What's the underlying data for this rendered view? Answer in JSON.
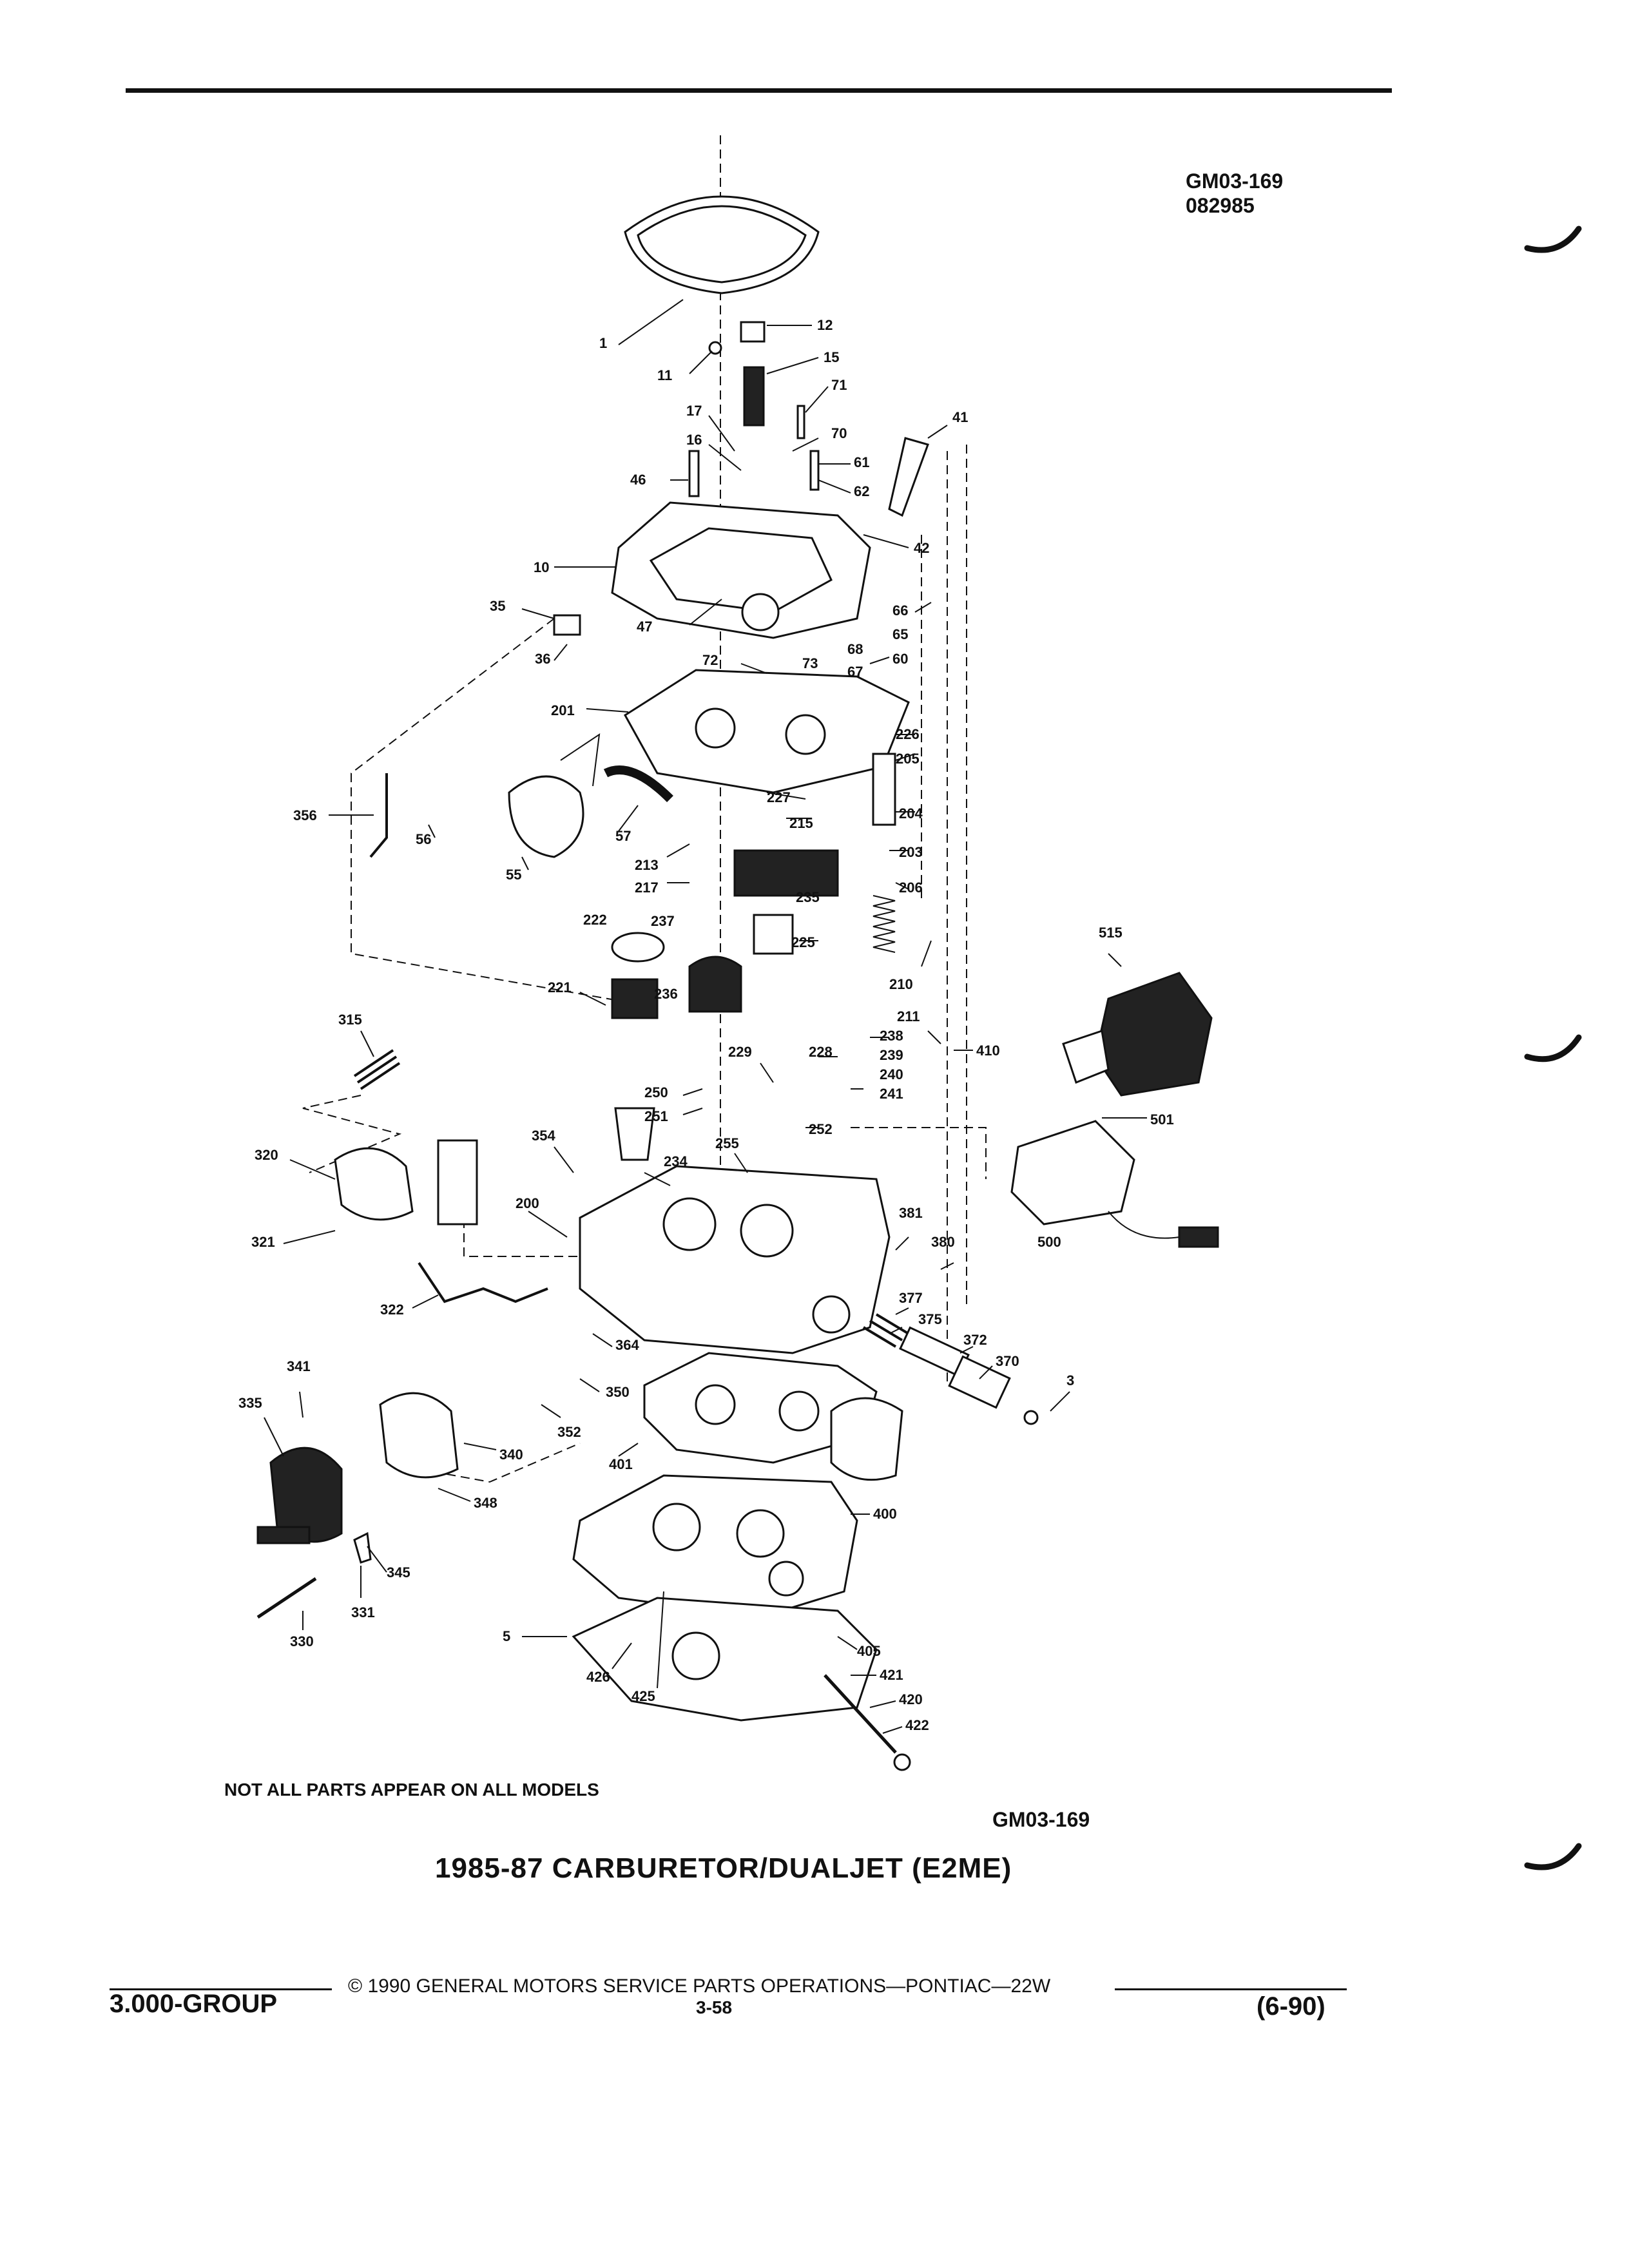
{
  "header": {
    "code_line1": "GM03-169",
    "code_line2": "082985"
  },
  "callouts": [
    "1",
    "11",
    "12",
    "15",
    "71",
    "17",
    "70",
    "16",
    "61",
    "46",
    "62",
    "41",
    "10",
    "42",
    "35",
    "47",
    "66",
    "65",
    "36",
    "72",
    "73",
    "68",
    "67",
    "60",
    "201",
    "226",
    "205",
    "227",
    "356",
    "215",
    "204",
    "56",
    "57",
    "203",
    "213",
    "55",
    "217",
    "235",
    "206",
    "222",
    "237",
    "225",
    "515",
    "221",
    "236",
    "210",
    "211",
    "315",
    "238",
    "239",
    "410",
    "229",
    "228",
    "240",
    "250",
    "241",
    "251",
    "252",
    "501",
    "354",
    "234",
    "255",
    "320",
    "200",
    "381",
    "380",
    "500",
    "321",
    "322",
    "377",
    "375",
    "364",
    "372",
    "370",
    "341",
    "350",
    "3",
    "335",
    "352",
    "340",
    "401",
    "348",
    "400",
    "345",
    "331",
    "330",
    "5",
    "405",
    "426",
    "421",
    "425",
    "420",
    "422"
  ],
  "note": "NOT ALL PARTS APPEAR ON ALL MODELS",
  "figure_code": "GM03-169",
  "title": "1985-87 CARBURETOR/DUALJET (E2ME)",
  "footer": {
    "copyright": "© 1990 GENERAL MOTORS SERVICE PARTS OPERATIONS—PONTIAC—22W",
    "group": "3.000-GROUP",
    "page": "3-58",
    "revision": "(6-90)"
  }
}
